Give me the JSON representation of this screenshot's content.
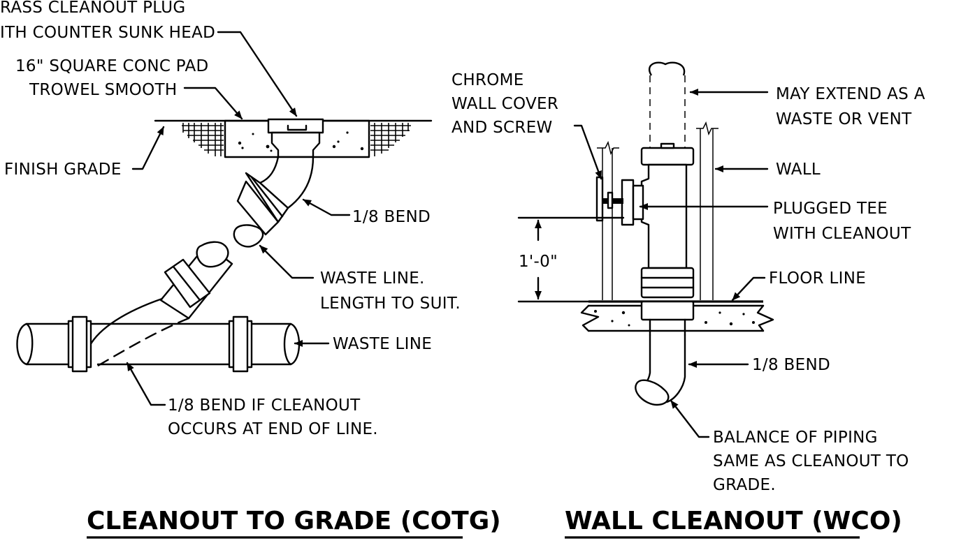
{
  "left_detail": {
    "title": "CLEANOUT TO GRADE (COTG)",
    "labels": {
      "plug_line1": "RASS CLEANOUT PLUG",
      "plug_line2": "ITH COUNTER SUNK HEAD",
      "pad_line1": "16\" SQUARE CONC PAD",
      "pad_line2": "TROWEL SMOOTH",
      "finish_grade": "FINISH GRADE",
      "bend": "1/8 BEND",
      "waste_line1": "WASTE LINE.",
      "waste_line2": "LENGTH TO SUIT.",
      "waste_main": "WASTE LINE",
      "bend_end1": "1/8 BEND IF CLEANOUT",
      "bend_end2": "OCCURS AT END OF LINE."
    }
  },
  "right_detail": {
    "title": "WALL CLEANOUT (WCO)",
    "labels": {
      "chrome1": "CHROME",
      "chrome2": "WALL COVER",
      "chrome3": "AND SCREW",
      "extend1": "MAY EXTEND AS A",
      "extend2": "WASTE OR VENT",
      "wall": "WALL",
      "tee1": "PLUGGED TEE",
      "tee2": "WITH CLEANOUT",
      "dimension": "1'-0\"",
      "floor": "FLOOR LINE",
      "bend": "1/8 BEND",
      "balance1": "BALANCE OF PIPING",
      "balance2": "SAME AS CLEANOUT TO",
      "balance3": "GRADE."
    }
  }
}
